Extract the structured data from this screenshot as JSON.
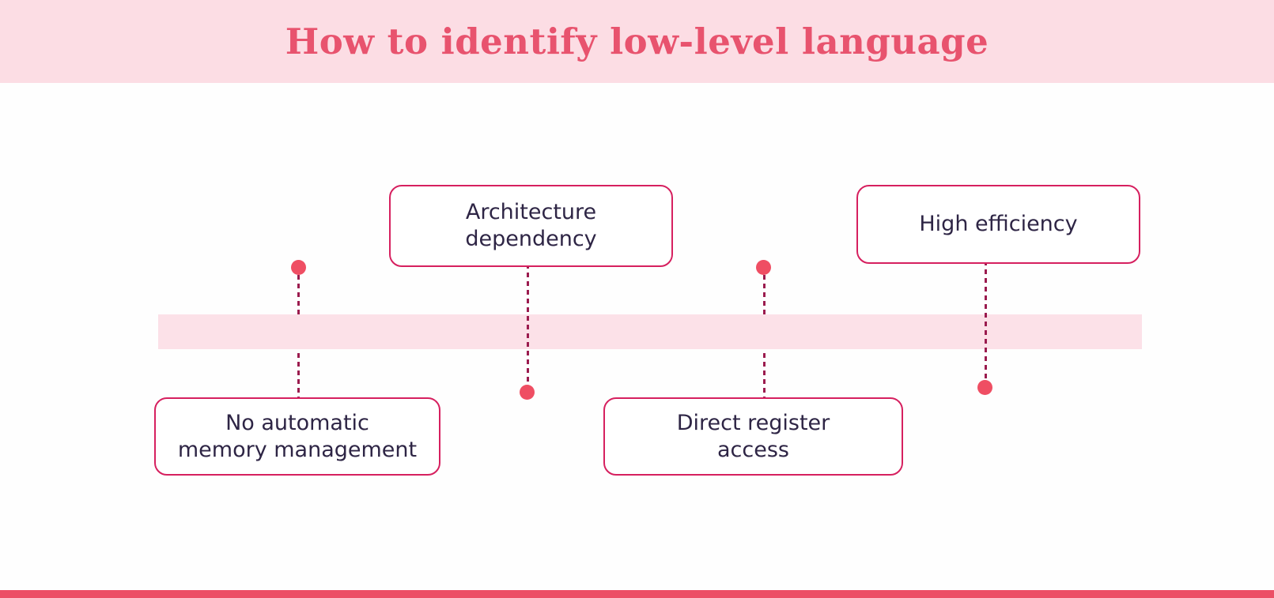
{
  "header": {
    "title": "How to identify low-level language"
  },
  "diagram": {
    "items": [
      {
        "label": "No automatic\nmemory management",
        "position": "below-line"
      },
      {
        "label": "Architecture\ndependency",
        "position": "above-line"
      },
      {
        "label": "Direct register\naccess",
        "position": "below-line"
      },
      {
        "label": "High efficiency",
        "position": "above-line"
      }
    ]
  },
  "colors": {
    "header_bg": "#fcdde4",
    "title_color": "#e8536e",
    "band_bg": "#fce1e8",
    "box_border": "#d6205f",
    "box_text": "#2e2545",
    "dot_color": "#ef4e63",
    "dash_color": "#9b1b4e",
    "footer_bar": "#ec4f66",
    "page_bg": "#fefefe"
  }
}
